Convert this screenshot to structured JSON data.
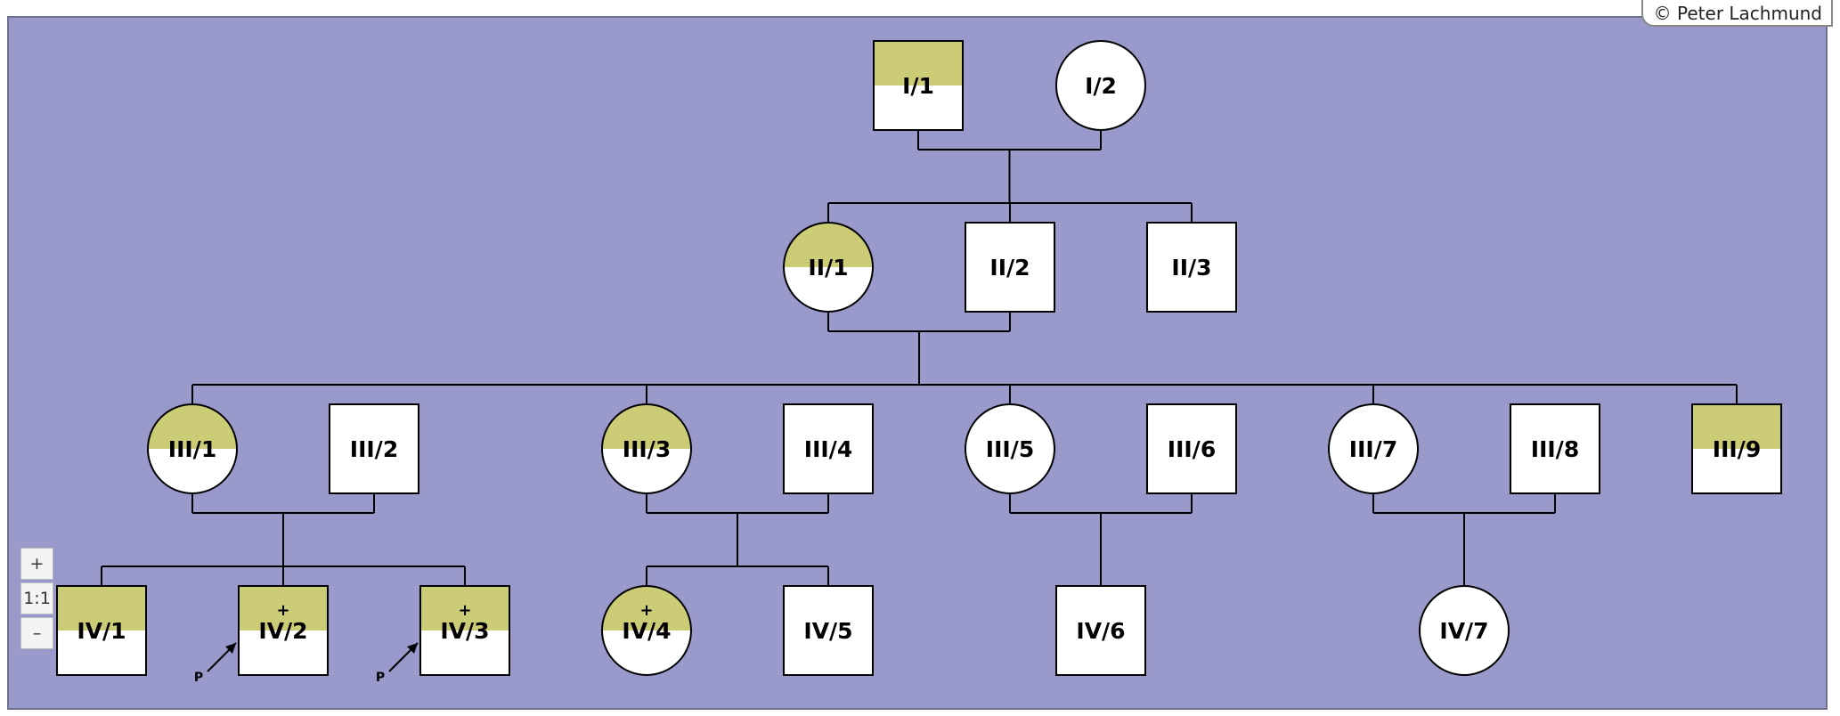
{
  "credit": "© Peter Lachmund",
  "zoom": {
    "in": "+",
    "reset": "1:1",
    "out": "–"
  },
  "colors": {
    "background": "#9999cc",
    "affected": "#cccc77",
    "symbol_fill": "#ffffff",
    "line": "#000000"
  },
  "diagram": {
    "type": "pedigree",
    "individuals": [
      {
        "id": "I/1",
        "label": "I/1",
        "sex": "male",
        "affected": "upper"
      },
      {
        "id": "I/2",
        "label": "I/2",
        "sex": "female",
        "affected": "none"
      },
      {
        "id": "II/1",
        "label": "II/1",
        "sex": "female",
        "affected": "upper"
      },
      {
        "id": "II/2",
        "label": "II/2",
        "sex": "male",
        "affected": "none"
      },
      {
        "id": "II/3",
        "label": "II/3",
        "sex": "male",
        "affected": "none"
      },
      {
        "id": "III/1",
        "label": "III/1",
        "sex": "female",
        "affected": "upper"
      },
      {
        "id": "III/2",
        "label": "III/2",
        "sex": "male",
        "affected": "none"
      },
      {
        "id": "III/3",
        "label": "III/3",
        "sex": "female",
        "affected": "upper"
      },
      {
        "id": "III/4",
        "label": "III/4",
        "sex": "male",
        "affected": "none"
      },
      {
        "id": "III/5",
        "label": "III/5",
        "sex": "female",
        "affected": "none"
      },
      {
        "id": "III/6",
        "label": "III/6",
        "sex": "male",
        "affected": "none"
      },
      {
        "id": "III/7",
        "label": "III/7",
        "sex": "female",
        "affected": "none"
      },
      {
        "id": "III/8",
        "label": "III/8",
        "sex": "male",
        "affected": "none"
      },
      {
        "id": "III/9",
        "label": "III/9",
        "sex": "male",
        "affected": "upper"
      },
      {
        "id": "IV/1",
        "label": "IV/1",
        "sex": "male",
        "affected": "upper"
      },
      {
        "id": "IV/2",
        "label": "IV/2",
        "sex": "male",
        "affected": "upper",
        "mark": "+",
        "proband": "P"
      },
      {
        "id": "IV/3",
        "label": "IV/3",
        "sex": "male",
        "affected": "upper",
        "mark": "+",
        "proband": "P"
      },
      {
        "id": "IV/4",
        "label": "IV/4",
        "sex": "female",
        "affected": "upper",
        "mark": "+"
      },
      {
        "id": "IV/5",
        "label": "IV/5",
        "sex": "male",
        "affected": "none"
      },
      {
        "id": "IV/6",
        "label": "IV/6",
        "sex": "male",
        "affected": "none"
      },
      {
        "id": "IV/7",
        "label": "IV/7",
        "sex": "female",
        "affected": "none"
      }
    ],
    "unions": [
      {
        "partners": [
          "I/1",
          "I/2"
        ],
        "children": [
          "II/1",
          "II/2",
          "II/3"
        ]
      },
      {
        "partners": [
          "II/1",
          "II/2"
        ],
        "children": [
          "III/1",
          "III/3",
          "III/5",
          "III/7",
          "III/9"
        ]
      },
      {
        "partners": [
          "III/1",
          "III/2"
        ],
        "children": [
          "IV/1",
          "IV/2",
          "IV/3"
        ]
      },
      {
        "partners": [
          "III/3",
          "III/4"
        ],
        "children": [
          "IV/4",
          "IV/5"
        ]
      },
      {
        "partners": [
          "III/5",
          "III/6"
        ],
        "children": [
          "IV/6"
        ]
      },
      {
        "partners": [
          "III/7",
          "III/8"
        ],
        "children": [
          "IV/7"
        ]
      }
    ]
  }
}
